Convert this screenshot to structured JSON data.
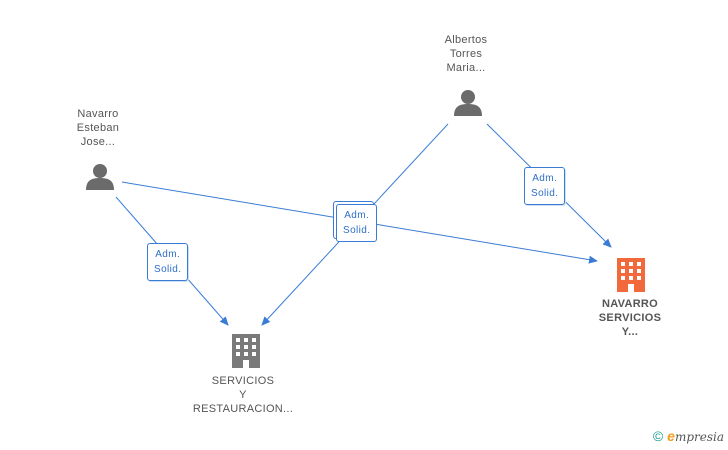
{
  "people": [
    {
      "id": "p1",
      "label": [
        "Navarro",
        "Esteban",
        "Jose..."
      ]
    },
    {
      "id": "p2",
      "label": [
        "Albertos",
        "Torres",
        "Maria..."
      ]
    }
  ],
  "companies": [
    {
      "id": "c1",
      "label": [
        "SERVICIOS",
        "Y",
        "RESTAURACION..."
      ],
      "color": "#7a7a7a",
      "highlight": false
    },
    {
      "id": "c2",
      "label": [
        "NAVARRO",
        "SERVICIOS",
        "Y..."
      ],
      "color": "#f26a3b",
      "highlight": true
    }
  ],
  "edge_labels": [
    {
      "id": "e1",
      "text": [
        "Adm.",
        "Solid."
      ]
    },
    {
      "id": "e2",
      "text": [
        "Adm.",
        "Solid."
      ]
    },
    {
      "id": "e3",
      "text": [
        "Adm.",
        "Solid."
      ]
    }
  ],
  "footer": {
    "copyright": "©",
    "brand_initial": "e",
    "brand_rest": "mpresia"
  },
  "colors": {
    "edge": "#3a7bd5",
    "person_icon": "#6b6b6b"
  }
}
